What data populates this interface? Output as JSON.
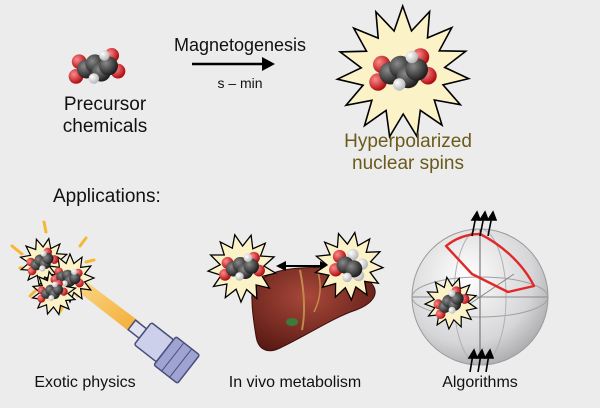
{
  "precursor_label": "Precursor chemicals",
  "process_label": "Magnetogenesis",
  "time_label": "s – min",
  "result_label": "Hyperpolarized nuclear spins",
  "applications_label": "Applications:",
  "applications": [
    "Exotic physics",
    "In vivo metabolism",
    "Algorithms"
  ],
  "colors": {
    "background": "#ececec",
    "starburst_fill": "#fbf2c7",
    "starburst_stroke": "#000000",
    "result_text": "#6b5a1a",
    "carbon": "#3a3a3a",
    "oxygen": "#e8262a",
    "hydrogen": "#f2f2f2",
    "laser": "#f6b735",
    "liver": "#7a2a22",
    "bloch_path": "#e02a2a"
  }
}
